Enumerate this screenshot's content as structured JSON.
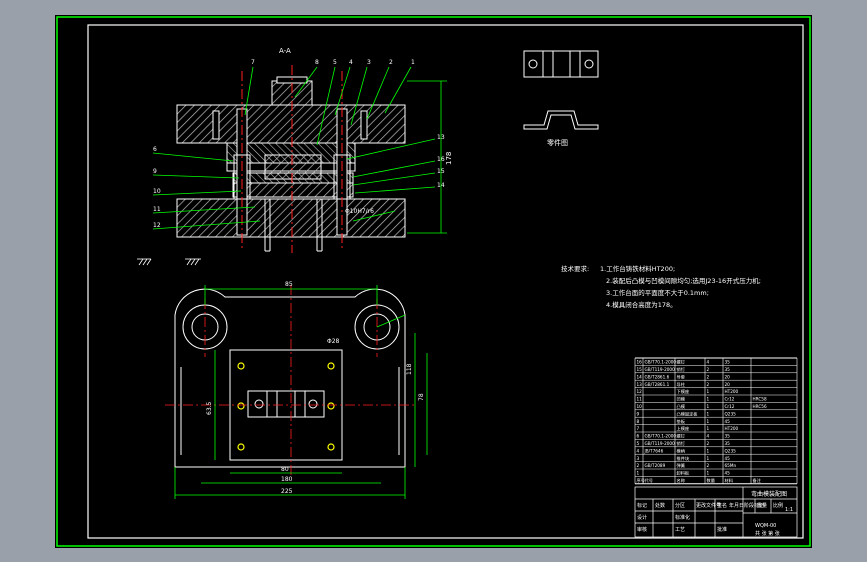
{
  "section_label": "A-A",
  "part_caption": "零件图",
  "balloons": [
    "7",
    "8",
    "5",
    "4",
    "3",
    "2",
    "1",
    "6",
    "9",
    "10",
    "11",
    "12",
    "13",
    "16",
    "15",
    "14"
  ],
  "fit_note": "Φ10H7/r6",
  "height_dim": "178",
  "plan_dims": {
    "top": "85",
    "right_inner": "118",
    "right_outer": "78",
    "left": "63.5",
    "bottom_inner": "80",
    "bottom_mid": "180",
    "bottom_outer": "225",
    "dia": "Φ28"
  },
  "notes": {
    "heading": "技术要求:",
    "lines": [
      "1.工作台铸铁材料HT200;",
      "2.装配后凸模与凹模间隙均匀;选用J23-16开式压力机;",
      "3.工作台面的平面度不大于0.1mm;",
      "4.模具闭合高度为178。"
    ]
  },
  "parts_list": [
    {
      "no": "16",
      "code": "GB/T70.1-2000",
      "name": "螺钉",
      "qty": "4",
      "mat": "35",
      "note": ""
    },
    {
      "no": "15",
      "code": "GB/T119-2000",
      "name": "销钉",
      "qty": "2",
      "mat": "35",
      "note": ""
    },
    {
      "no": "14",
      "code": "GB/T2861.6",
      "name": "导套",
      "qty": "2",
      "mat": "20",
      "note": ""
    },
    {
      "no": "13",
      "code": "GB/T2861.1",
      "name": "导柱",
      "qty": "2",
      "mat": "20",
      "note": ""
    },
    {
      "no": "12",
      "code": "",
      "name": "下模座",
      "qty": "1",
      "mat": "HT200",
      "note": ""
    },
    {
      "no": "11",
      "code": "",
      "name": "凹模",
      "qty": "1",
      "mat": "Cr12",
      "note": "HRC58"
    },
    {
      "no": "10",
      "code": "",
      "name": "凸模",
      "qty": "1",
      "mat": "Cr12",
      "note": "HRC56"
    },
    {
      "no": "9",
      "code": "",
      "name": "凸模固定板",
      "qty": "1",
      "mat": "Q235",
      "note": ""
    },
    {
      "no": "8",
      "code": "",
      "name": "垫板",
      "qty": "1",
      "mat": "45",
      "note": ""
    },
    {
      "no": "7",
      "code": "",
      "name": "上模座",
      "qty": "1",
      "mat": "HT200",
      "note": ""
    },
    {
      "no": "6",
      "code": "GB/T70.1-2000",
      "name": "螺钉",
      "qty": "4",
      "mat": "35",
      "note": ""
    },
    {
      "no": "5",
      "code": "GB/T119-2000",
      "name": "销钉",
      "qty": "2",
      "mat": "35",
      "note": ""
    },
    {
      "no": "4",
      "code": "JB/T7646",
      "name": "模柄",
      "qty": "1",
      "mat": "Q235",
      "note": ""
    },
    {
      "no": "3",
      "code": "",
      "name": "推件块",
      "qty": "1",
      "mat": "45",
      "note": ""
    },
    {
      "no": "2",
      "code": "GB/T2089",
      "name": "弹簧",
      "qty": "2",
      "mat": "65Mn",
      "note": ""
    },
    {
      "no": "1",
      "code": "",
      "name": "卸料板",
      "qty": "1",
      "mat": "45",
      "note": ""
    }
  ],
  "parts_header": {
    "no": "序号",
    "code": "代号",
    "name": "名称",
    "qty": "数量",
    "mat": "材料",
    "note": "备注"
  },
  "title_block": {
    "drawing_name": "弯曲模装配图",
    "drawing_no": "WQM-00",
    "row1": [
      "标记",
      "处数",
      "分区",
      "更改文件号",
      "签名",
      "年月日"
    ],
    "row2": [
      "设计",
      "",
      "标准化",
      ""
    ],
    "row3": [
      "审核",
      "",
      "工艺",
      "批准"
    ],
    "stage_labels": [
      "阶段标记",
      "重量",
      "比例"
    ],
    "scale": "1:1",
    "sheet": "共 张 第 张"
  },
  "colors": {
    "frame": "#00ff00",
    "line": "#ffffff",
    "dim": "#00ff00",
    "hatch": "#cccccc",
    "center": "#ff2020",
    "text": "#ffffff",
    "yellow": "#ffff00",
    "cyan": "#00ffff"
  }
}
